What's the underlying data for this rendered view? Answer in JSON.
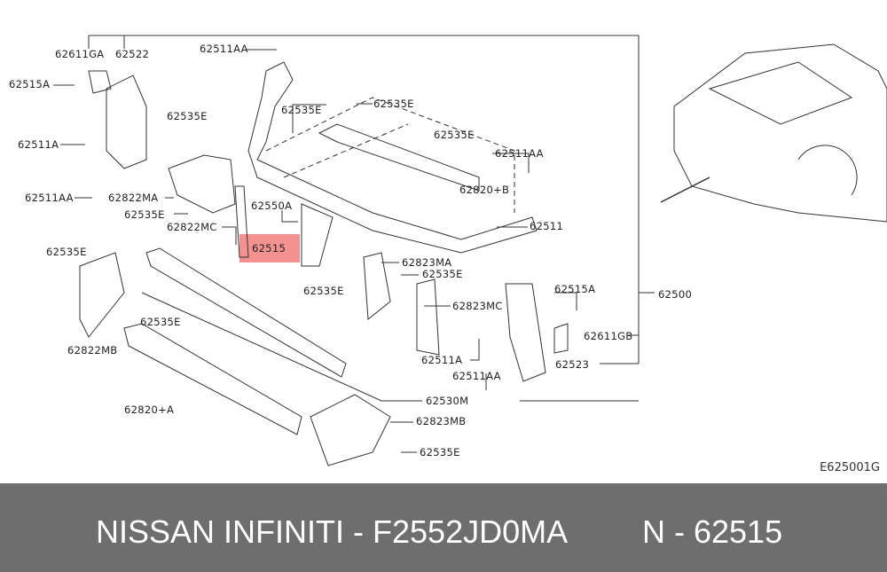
{
  "diagram": {
    "labels": [
      "62611GA",
      "62522",
      "62515A",
      "62511A",
      "62511AA",
      "62822MA",
      "62535E",
      "62535E",
      "62822MC",
      "62511AA",
      "62535E",
      "62535E",
      "62535E",
      "62511AA",
      "62820+B",
      "62550A",
      "62515",
      "62511",
      "62535E",
      "62535E",
      "62822MB",
      "62820+A",
      "62823MA",
      "62535E",
      "62823MC",
      "62535E",
      "62515A",
      "62611GB",
      "62511A",
      "62523",
      "62511AA",
      "62530M",
      "62823MB",
      "62535E",
      "62500"
    ],
    "highlighted_part": "62515",
    "diagram_code": "E625001G"
  },
  "footer": {
    "brand": "NISSAN  INFINITI - F2552JD0MA",
    "part_number": "N - 62515"
  },
  "colors": {
    "highlight": "#f06e6e",
    "footer_bg": "#6e6e6e"
  }
}
